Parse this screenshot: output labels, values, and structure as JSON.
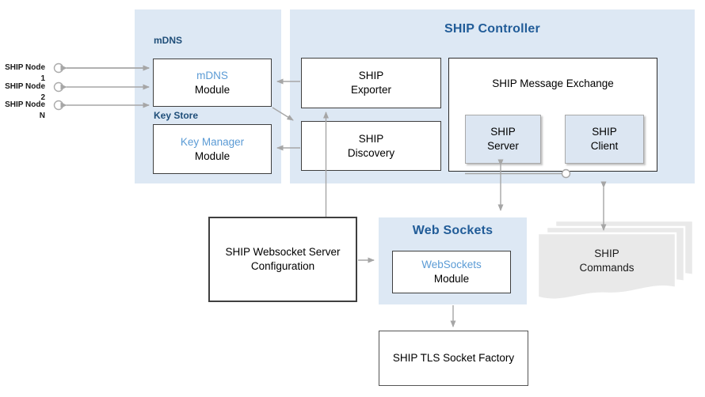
{
  "left_nodes": {
    "items": [
      {
        "label": "SHIP Node 1"
      },
      {
        "label": "SHIP Node 2"
      },
      {
        "label": "SHIP Node N"
      }
    ]
  },
  "mdns_group": {
    "label": "mDNS",
    "module_title": "mDNS",
    "module_subtitle": "Module"
  },
  "keystore_group": {
    "label": "Key Store",
    "module_title": "Key Manager",
    "module_subtitle": "Module"
  },
  "controller": {
    "title": "SHIP Controller",
    "exporter_line1": "SHIP",
    "exporter_line2": "Exporter",
    "discovery_line1": "SHIP",
    "discovery_line2": "Discovery",
    "message_exchange_title": "SHIP Message Exchange",
    "server_line1": "SHIP",
    "server_line2": "Server",
    "client_line1": "SHIP",
    "client_line2": "Client"
  },
  "websockets_group": {
    "title": "Web Sockets",
    "module_title": "WebSockets",
    "module_subtitle": "Module"
  },
  "config_box": {
    "line1": "SHIP Websocket Server",
    "line2": "Configuration"
  },
  "tls_box": {
    "label": "SHIP TLS Socket Factory"
  },
  "commands_doc": {
    "line1": "SHIP",
    "line2": "Commands"
  },
  "colors": {
    "region_fill": "#dde8f4",
    "heading_blue": "#215c98",
    "label_blue": "#1f4e79",
    "accent_blue": "#5b9bd5",
    "connector_gray": "#a6a6a6",
    "inner_box_fill": "#dce6f2",
    "document_fill": "#e9e9e9"
  }
}
